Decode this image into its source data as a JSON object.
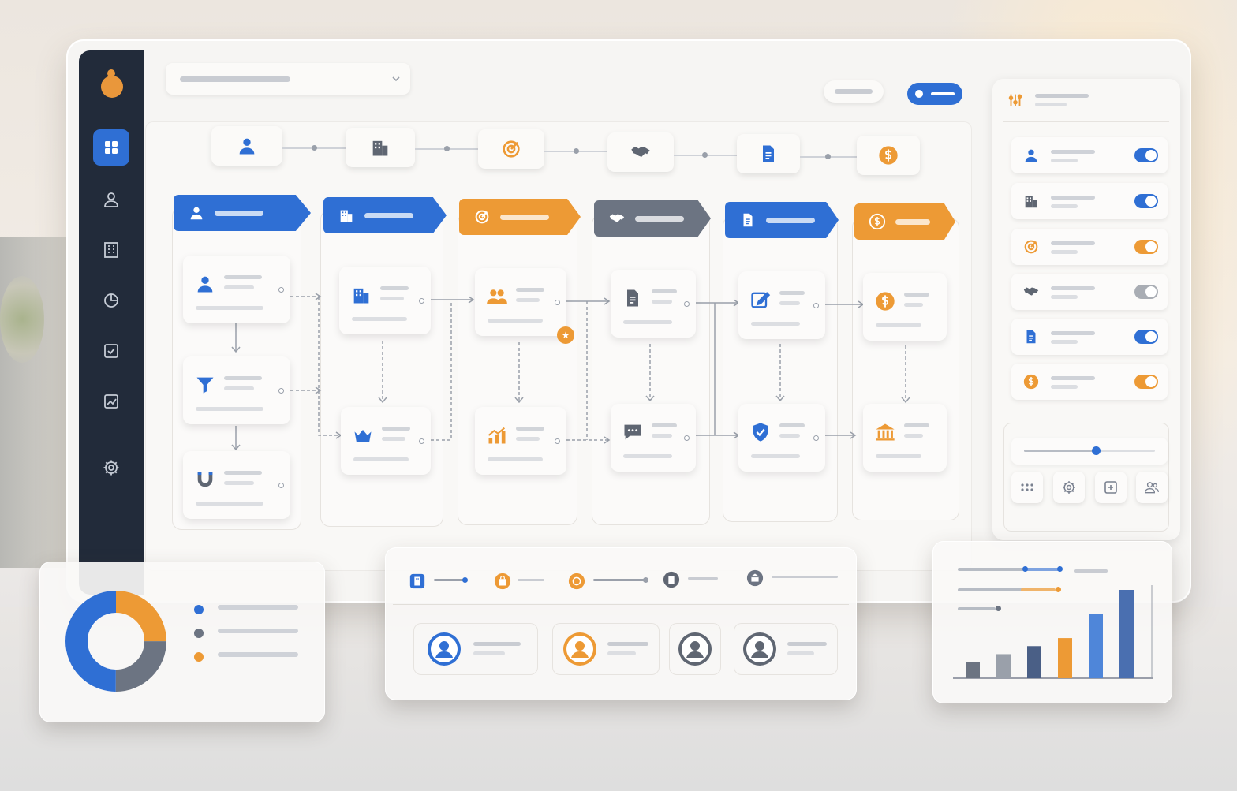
{
  "colors": {
    "accent_blue": "#2f6fd4",
    "accent_orange": "#ed9a35",
    "slate": "#6c7482",
    "sidebar_bg": "#222b3a"
  },
  "sidebar": {
    "items": [
      {
        "icon": "grid-icon",
        "active": true
      },
      {
        "icon": "user-icon",
        "active": false
      },
      {
        "icon": "building-icon",
        "active": false
      },
      {
        "icon": "pie-chart-icon",
        "active": false
      },
      {
        "icon": "checkbox-icon",
        "active": false
      },
      {
        "icon": "line-chart-icon",
        "active": false
      },
      {
        "icon": "gear-icon",
        "active": false
      }
    ]
  },
  "stages": [
    {
      "icon": "user-icon",
      "color": "blue"
    },
    {
      "icon": "building-icon",
      "color": "slate"
    },
    {
      "icon": "target-icon",
      "color": "orange"
    },
    {
      "icon": "handshake-icon",
      "color": "slate"
    },
    {
      "icon": "document-icon",
      "color": "blue"
    },
    {
      "icon": "dollar-icon",
      "color": "orange"
    }
  ],
  "columns": [
    {
      "header_color": "blue",
      "icon": "user-icon",
      "cards": [
        "person-icon",
        "funnel-icon",
        "magnet-icon"
      ]
    },
    {
      "header_color": "blue",
      "icon": "building-icon",
      "cards": [
        "building-icon",
        "crown-icon"
      ]
    },
    {
      "header_color": "orange",
      "icon": "target-icon",
      "cards": [
        "team-icon",
        "growth-chart-icon"
      ]
    },
    {
      "header_color": "slate",
      "icon": "handshake-icon",
      "cards": [
        "document-icon",
        "chat-icon"
      ]
    },
    {
      "header_color": "blue",
      "icon": "document-icon",
      "cards": [
        "edit-icon",
        "shield-check-icon"
      ]
    },
    {
      "header_color": "orange",
      "icon": "dollar-icon",
      "cards": [
        "dollar-icon",
        "bank-icon"
      ]
    }
  ],
  "settings_panel": {
    "toggles": [
      {
        "icon": "user-icon",
        "state": "on",
        "color": "blue"
      },
      {
        "icon": "building-icon",
        "state": "on",
        "color": "blue"
      },
      {
        "icon": "target-icon",
        "state": "on",
        "color": "orange"
      },
      {
        "icon": "handshake-icon",
        "state": "off",
        "color": "gray"
      },
      {
        "icon": "document-icon",
        "state": "on",
        "color": "blue"
      },
      {
        "icon": "dollar-icon",
        "state": "on",
        "color": "orange"
      }
    ],
    "slider_level": 0.6,
    "buttons": [
      "dots-grid-icon",
      "gear-icon",
      "add-icon",
      "users-icon"
    ]
  },
  "donut": {
    "segments": [
      {
        "color": "#2f6fd4",
        "fraction": 0.5
      },
      {
        "color": "#ed9a35",
        "fraction": 0.25
      },
      {
        "color": "#6c7482",
        "fraction": 0.25
      }
    ]
  },
  "mini_bar_chart": {
    "values": [
      2,
      3,
      4,
      5,
      8,
      11
    ],
    "colors": [
      "#6c7482",
      "#9aa0aa",
      "#4a5f86",
      "#ed9a35",
      "#4f86d9",
      "#4a6fb0"
    ]
  },
  "timeline_panel": {
    "steps": [
      "building-icon",
      "bag-icon",
      "coin-icon",
      "clipboard-icon",
      "bank-icon"
    ]
  },
  "contacts": [
    {
      "color": "#2f6fd4"
    },
    {
      "color": "#ed9a35"
    },
    {
      "color": "#5f6672"
    },
    {
      "color": "#5f6672"
    }
  ]
}
